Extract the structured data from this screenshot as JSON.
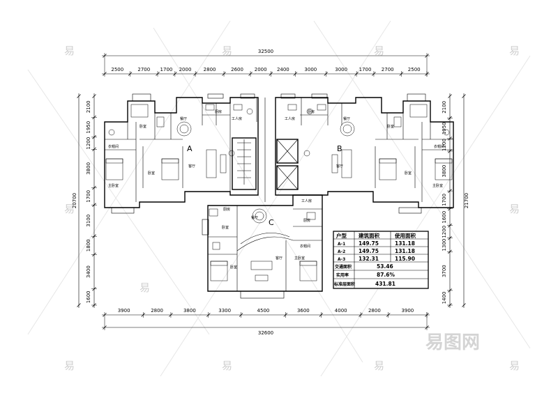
{
  "dimensions": {
    "top_total": "32500",
    "top_segments": [
      "2500",
      "2700",
      "1700",
      "2000",
      "2800",
      "2600",
      "2000",
      "2400",
      "3000",
      "3000",
      "1700",
      "2700",
      "2500"
    ],
    "bottom_total": "32600",
    "bottom_segments": [
      "3900",
      "2800",
      "3800",
      "3300",
      "4500",
      "3600",
      "4000",
      "2800",
      "3900"
    ],
    "left_total": "20700",
    "left_segments": [
      "2100",
      "1950",
      "1200",
      "3800",
      "1700",
      "3100",
      "1800",
      "3400",
      "1600"
    ],
    "right_total": "21700",
    "right_segments": [
      "2100",
      "1950",
      "1200",
      "3800",
      "1700",
      "1600",
      "1200",
      "1300",
      "3700",
      "1400"
    ]
  },
  "units": [
    "A",
    "B",
    "C"
  ],
  "rooms": {
    "wo_shi": "卧室",
    "zhu_wo_shi": "主卧室",
    "ke_ting": "客厅",
    "can_ting": "餐厅",
    "chu_fang": "厨房",
    "gong_ren_fang": "工人房",
    "yi_mao_jian": "衣帽间"
  },
  "area_table": {
    "headers": [
      "户型",
      "建筑面积",
      "使用面积"
    ],
    "rows": [
      [
        "A-1",
        "149.75",
        "131.18"
      ],
      [
        "A-2",
        "149.75",
        "131.18"
      ],
      [
        "A-3",
        "132.31",
        "115.90"
      ]
    ],
    "summary": [
      [
        "交通面积",
        "53.46"
      ],
      [
        "实用率",
        "87.6%"
      ],
      [
        "标准层面积",
        "431.81"
      ]
    ]
  },
  "watermark": {
    "glyph": "易",
    "brand": "易图网"
  }
}
